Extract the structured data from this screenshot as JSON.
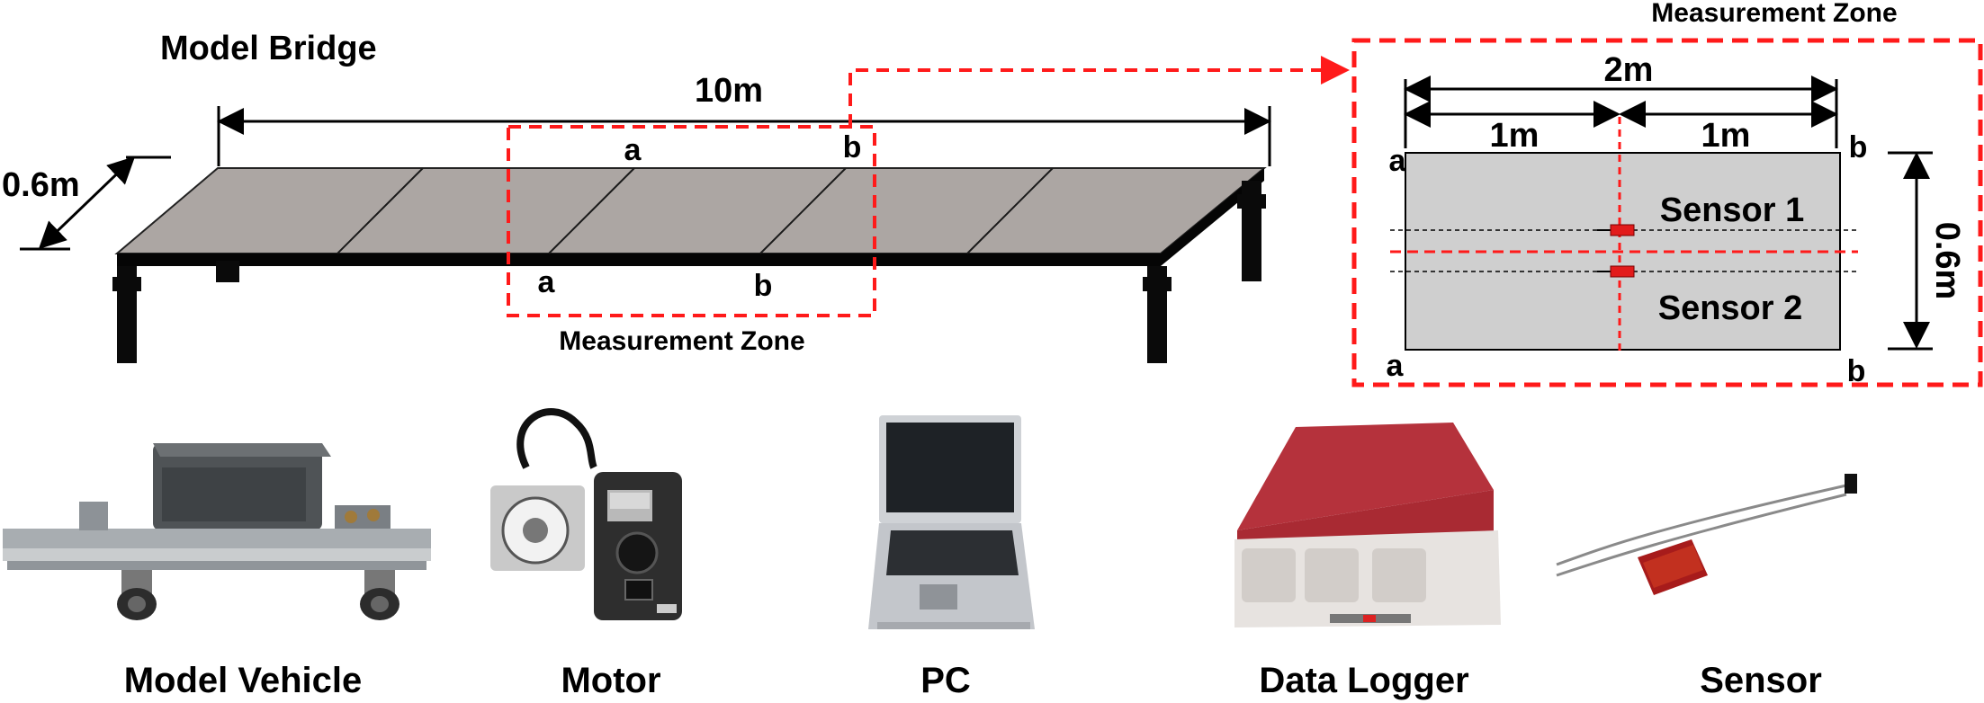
{
  "bridge": {
    "title": "Model Bridge",
    "length": "10m",
    "width": "0.6m",
    "zone_caption": "Measurement Zone",
    "point_a": "a",
    "point_b": "b"
  },
  "zone_detail": {
    "title": "Measurement Zone",
    "total_span": "2m",
    "left_span": "1m",
    "right_span": "1m",
    "height": "0.6m",
    "sensor1": "Sensor 1",
    "sensor2": "Sensor 2",
    "point_a": "a",
    "point_b": "b"
  },
  "equipment": [
    {
      "label": "Model Vehicle"
    },
    {
      "label": "Motor"
    },
    {
      "label": "PC"
    },
    {
      "label": "Data Logger"
    },
    {
      "label": "Sensor"
    }
  ],
  "colors": {
    "deck": "#aca6a3",
    "zone_dash": "#ff1a1a",
    "sensor": "#e21b1b",
    "panel": "#cfcfcf",
    "logger": "#b5323c"
  }
}
